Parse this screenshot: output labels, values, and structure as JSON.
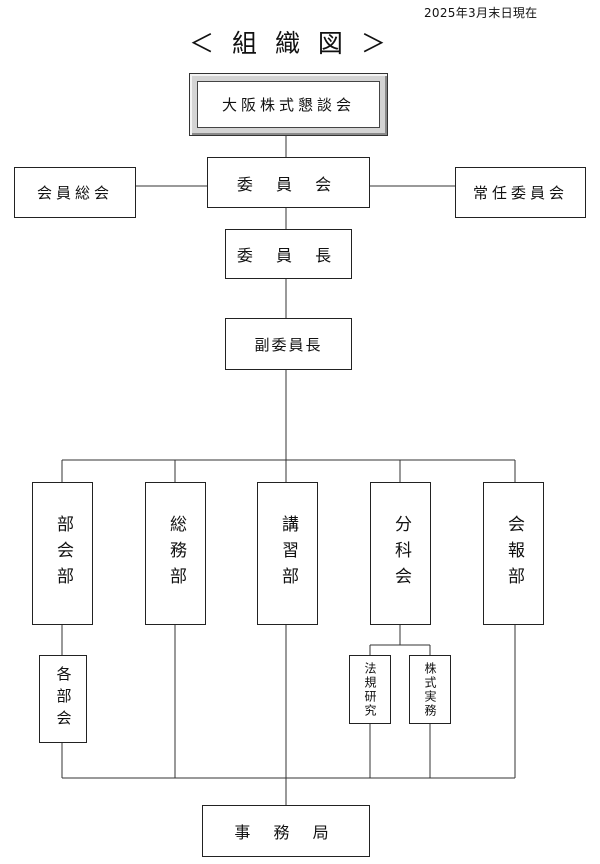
{
  "date": "2025年3月末日現在",
  "title": "＜ 組 織 図 ＞",
  "nodes": {
    "osaka": "大阪株式懇談会",
    "iinkai": "委 員 会",
    "kaiin_sokai": "会員総会",
    "jonin": "常任委員会",
    "iincho": "委 員 長",
    "fuku": "副委員長",
    "bukaibu": "部会部",
    "somu": "総務部",
    "koshu": "講習部",
    "bunka": "分科会",
    "kaiho": "会報部",
    "kakubukai": "各部会",
    "hoki": "法規研究",
    "kabushiki": "株式実務",
    "jimukyoku": "事 務 局"
  }
}
